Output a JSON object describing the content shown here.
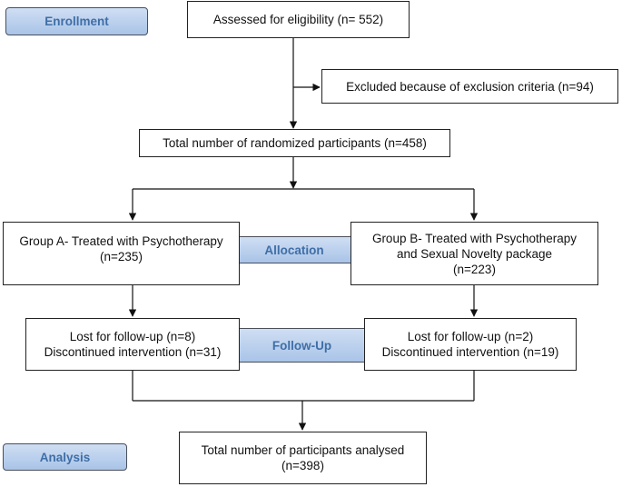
{
  "stages": {
    "enrollment": "Enrollment",
    "allocation": "Allocation",
    "follow_up": "Follow-Up",
    "analysis": "Analysis"
  },
  "boxes": {
    "assessed": [
      "Assessed for eligibility (n= 552)"
    ],
    "excluded": [
      "Excluded because of exclusion criteria (n=94)"
    ],
    "randomized": [
      "Total number of randomized participants  (n=458)"
    ],
    "group_a": [
      "Group A- Treated with Psychotherapy",
      "(n=235)"
    ],
    "group_b": [
      "Group B- Treated with Psychotherapy",
      "and Sexual Novelty package",
      "(n=223)"
    ],
    "followup_a": [
      "Lost for follow-up (n=8)",
      "Discontinued intervention (n=31)"
    ],
    "followup_b": [
      "Lost for follow-up (n=2)",
      "Discontinued intervention (n=19)"
    ],
    "analysed": [
      "Total number of participants analysed",
      "(n=398)"
    ]
  }
}
